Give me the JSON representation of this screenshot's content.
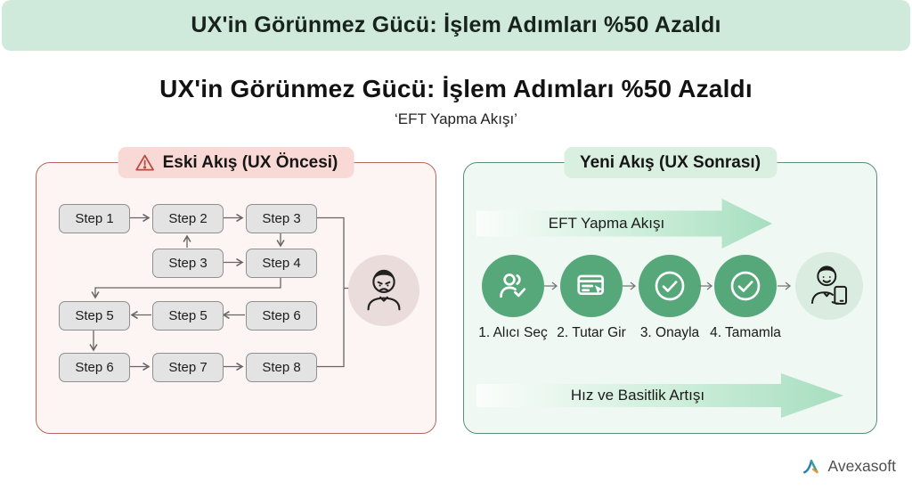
{
  "banner": {
    "title": "UX'in Görünmez Gücü: İşlem Adımları %50 Azaldı"
  },
  "heading": {
    "title": "UX'in Görünmez Gücü: İşlem Adımları %50 Azaldı",
    "subtitle": "‘EFT Yapma Akışı’"
  },
  "old_flow": {
    "title": "Eski Akış (UX Öncesi)",
    "warning_icon": "warning-triangle-icon",
    "persona": "angry-user",
    "boxes": [
      {
        "label": "Step 1"
      },
      {
        "label": "Step 2"
      },
      {
        "label": "Step 3"
      },
      {
        "label": "Step 3"
      },
      {
        "label": "Step 4"
      },
      {
        "label": "Step 5"
      },
      {
        "label": "Step 5"
      },
      {
        "label": "Step 6"
      },
      {
        "label": "Step 6"
      },
      {
        "label": "Step 7"
      },
      {
        "label": "Step 8"
      }
    ]
  },
  "new_flow": {
    "title": "Yeni Akış (UX Sonrası)",
    "top_arrow_label": "EFT Yapma Akışı",
    "bottom_arrow_label": "Hız ve Basitlik Artışı",
    "persona": "happy-user",
    "steps": [
      {
        "label": "1. Alıcı Seç",
        "icon": "user-check-icon"
      },
      {
        "label": "2. Tutar Gir",
        "icon": "form-input-icon"
      },
      {
        "label": "3. Onayla",
        "icon": "check-circle-icon"
      },
      {
        "label": "4. Tamamla",
        "icon": "check-circle-icon"
      }
    ]
  },
  "footer": {
    "brand": "Avexasoft"
  },
  "colors": {
    "banner_bg": "#cfe9da",
    "old_panel_bg": "#fcf5f3",
    "old_accent": "#b2685e",
    "old_pill_bg": "#f8d9d5",
    "new_panel_bg": "#eff8f2",
    "new_accent": "#5a8f75",
    "new_pill_bg": "#d9f0e1",
    "circle_green": "#56a87b",
    "warning_red": "#b94a3c"
  }
}
